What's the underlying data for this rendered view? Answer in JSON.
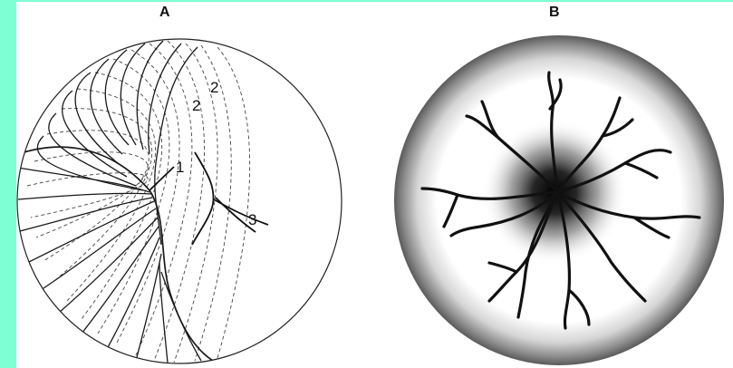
{
  "panels": {
    "a": {
      "label": "A",
      "annotations": [
        "1",
        "2",
        "2",
        "3"
      ]
    },
    "b": {
      "label": "B"
    }
  },
  "colors": {
    "border": "#7fffd4",
    "background": "#ffffff",
    "ink": "#111111"
  }
}
